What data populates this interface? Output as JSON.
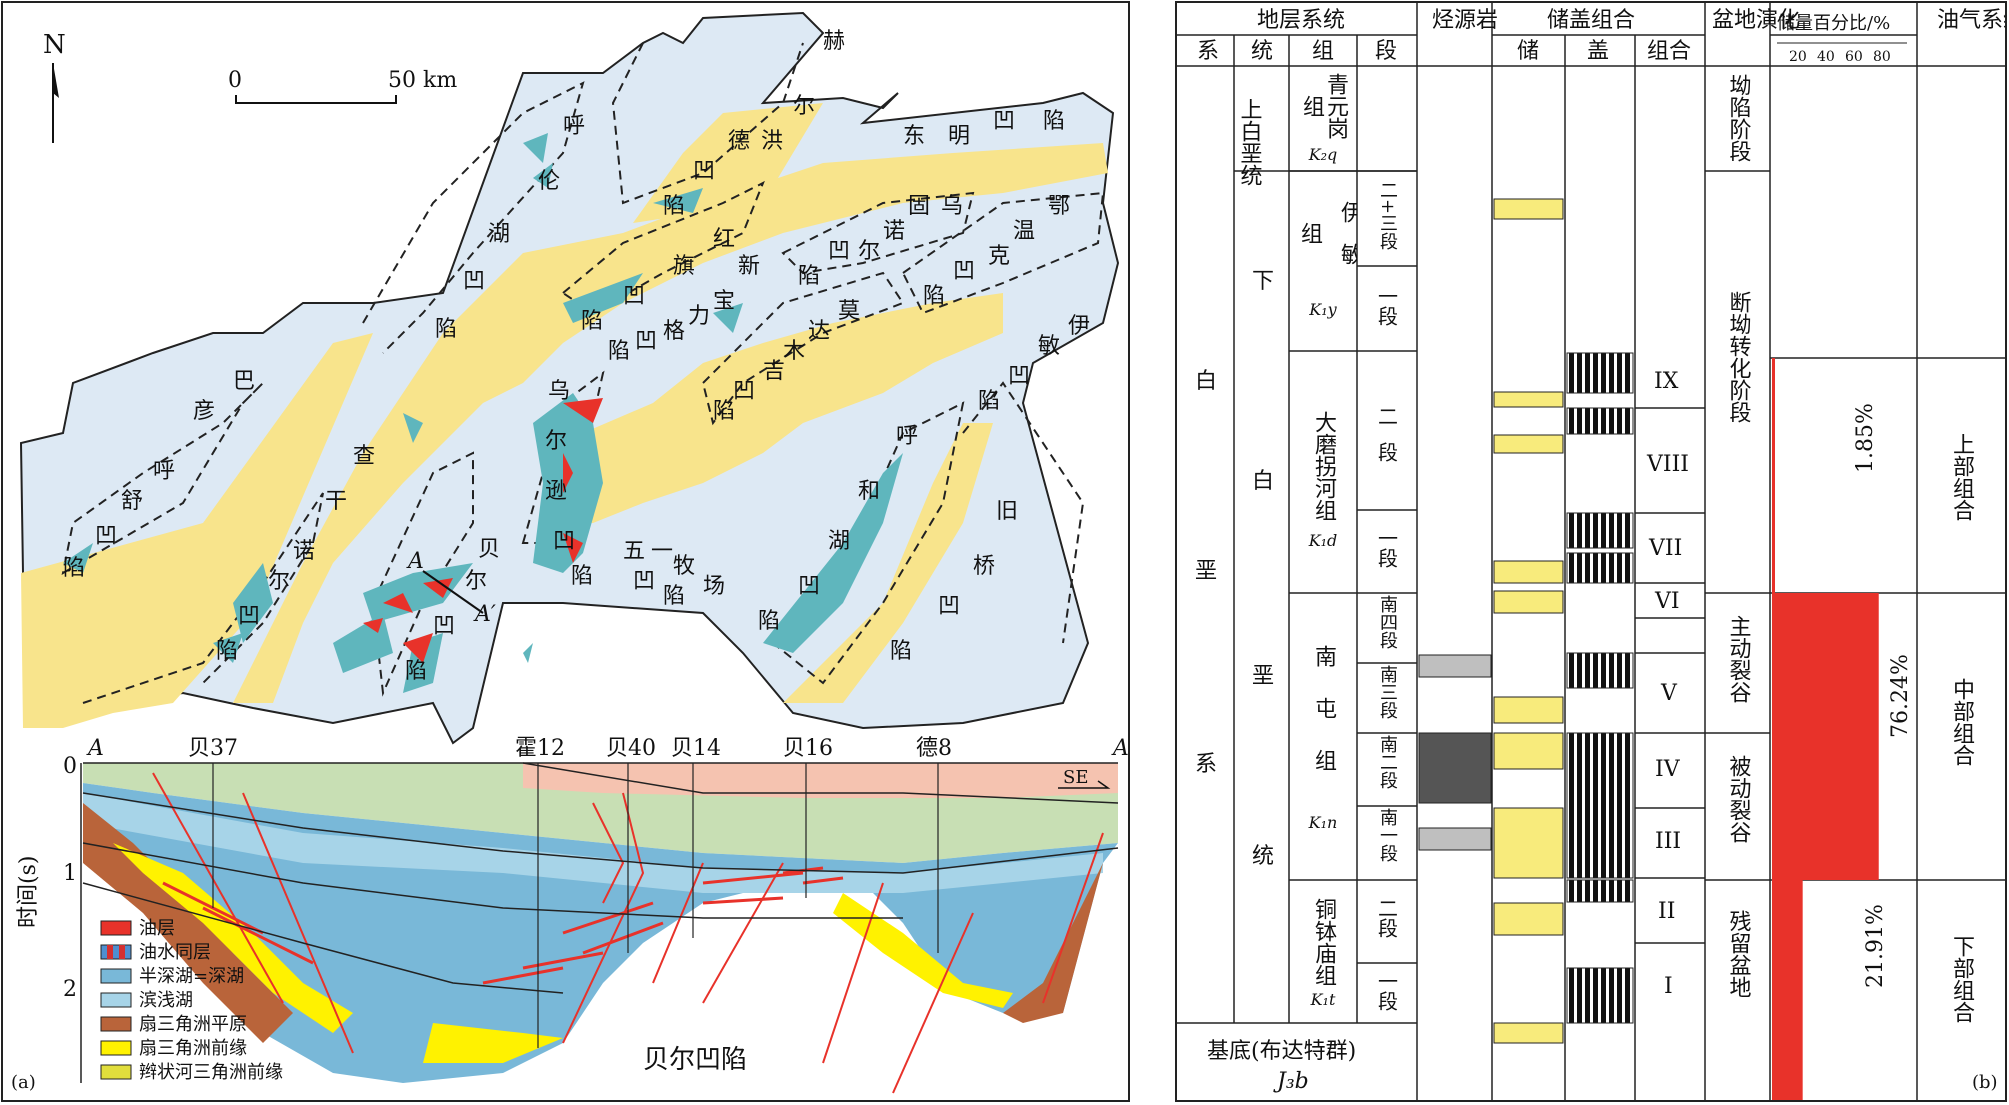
{
  "map": {
    "panel_label": "(a)",
    "north": "N",
    "scale": {
      "zero": "0",
      "max": "50 km"
    },
    "depressions": [
      {
        "name": "hulunhu",
        "chars": [
          "呼",
          "伦",
          "湖",
          "凹",
          "陷"
        ]
      },
      {
        "name": "hongqi",
        "chars": [
          "红",
          "旗",
          "凹",
          "陷"
        ]
      },
      {
        "name": "dedhonger",
        "chars": [
          "赫",
          "尔",
          "洪",
          "德",
          "凹",
          "陷"
        ]
      },
      {
        "name": "dongming",
        "chars": [
          "东",
          "明",
          "凹",
          "陷"
        ]
      },
      {
        "name": "wuguernuo",
        "chars": [
          "乌",
          "固",
          "诺",
          "尔",
          "凹",
          "陷"
        ]
      },
      {
        "name": "ewenke",
        "chars": [
          "鄂",
          "温",
          "克",
          "凹",
          "陷"
        ]
      },
      {
        "name": "xinbaolige",
        "chars": [
          "新",
          "宝",
          "力",
          "格",
          "凹",
          "陷"
        ]
      },
      {
        "name": "modamuji",
        "chars": [
          "莫",
          "达",
          "木",
          "吉",
          "凹",
          "陷"
        ]
      },
      {
        "name": "yimin",
        "chars": [
          "伊",
          "敏",
          "凹",
          "陷"
        ]
      },
      {
        "name": "huhehu",
        "chars": [
          "呼",
          "和",
          "湖",
          "凹",
          "陷"
        ]
      },
      {
        "name": "jiuqiao",
        "chars": [
          "旧",
          "桥",
          "凹",
          "陷"
        ]
      },
      {
        "name": "wuerxun",
        "chars": [
          "乌",
          "尔",
          "逊",
          "凹",
          "陷"
        ]
      },
      {
        "name": "beier",
        "chars": [
          "贝",
          "尔",
          "凹",
          "陷"
        ]
      },
      {
        "name": "wuyimuchang",
        "chars": [
          "五",
          "一",
          "牧",
          "场",
          "凹",
          "陷"
        ]
      },
      {
        "name": "chagan",
        "chars": [
          "查",
          "干",
          "诺",
          "尔",
          "凹",
          "陷"
        ]
      },
      {
        "name": "bayanhushu",
        "chars": [
          "巴",
          "彦",
          "呼",
          "舒",
          "凹",
          "陷"
        ]
      }
    ],
    "section_line": {
      "a": "A",
      "b": "A′"
    },
    "section": {
      "a": "A",
      "b": "A′",
      "wells": [
        "贝37",
        "霍12",
        "贝40",
        "贝14",
        "贝16",
        "德8"
      ],
      "direction": "SE",
      "y_axis_label": "时间(s)",
      "y_ticks": [
        "0",
        "1",
        "2"
      ],
      "basin_name": "贝尔凹陷",
      "legend": [
        {
          "label": "油层",
          "color": "#e8322a"
        },
        {
          "label": "油水同层",
          "color": "#d43030"
        },
        {
          "label": "半深湖=深湖",
          "color": "#79b8d8"
        },
        {
          "label": "滨浅湖",
          "color": "#a7d4e8"
        },
        {
          "label": "扇三角洲平原",
          "color": "#b9643a"
        },
        {
          "label": "扇三角洲前缘",
          "color": "#fff200"
        },
        {
          "label": "辫状河三角洲前缘",
          "color": "#e1de3c"
        }
      ]
    }
  },
  "table": {
    "panel_label": "(b)",
    "headers": {
      "strat": "地层系统",
      "xi": "系",
      "tong": "统",
      "zu": "组",
      "duan": "段",
      "source": "烃源岩",
      "combo": "储盖组合",
      "chu": "储",
      "gai": "盖",
      "zuhe": "组合",
      "evolution": "盆地演化",
      "reserve": "储量百分比/%",
      "reserve_ticks": [
        "20",
        "40",
        "60",
        "80"
      ],
      "system": "油气系统"
    },
    "xi": [
      "白",
      "垩",
      "系"
    ],
    "tong_upper": "上白垩统",
    "tong_lower": [
      "下",
      "白",
      "垩",
      "统"
    ],
    "formations": {
      "qingyuangang": {
        "name": "青元岗组",
        "code": "K₂q"
      },
      "yimin": {
        "name": "伊敏组",
        "code": "K₁y"
      },
      "damoguaihe": {
        "name": "大磨拐河组",
        "code": "K₁d"
      },
      "nantun": {
        "name": "南屯组",
        "code": "K₁n"
      },
      "tongbomiao": {
        "name": "铜钵庙组",
        "code": "K₁t"
      }
    },
    "members": {
      "yimin_23": "二+三段",
      "yimin_1": "一段",
      "dm_2": "二段",
      "dm_1": "一段",
      "nt_4": "南四段",
      "nt_3": "南三段",
      "nt_2": "南二段",
      "nt_1": "南一段",
      "tb_2": "二段",
      "tb_1": "一段"
    },
    "basement": {
      "name": "基底(布达特群)",
      "code": "J₃b"
    },
    "combos": [
      "IX",
      "VIII",
      "VII",
      "VI",
      "V",
      "IV",
      "III",
      "II",
      "I"
    ],
    "evolution": {
      "s1": "坳陷阶段",
      "s2": "断坳转化阶段",
      "s3": "主动裂谷",
      "s4": "被动裂谷",
      "s5": "残留盆地"
    },
    "reserves": [
      {
        "label": "1.85%",
        "value": 1.85
      },
      {
        "label": "76.24%",
        "value": 76.24
      },
      {
        "label": "21.91%",
        "value": 21.91
      }
    ],
    "systems": {
      "upper": "上部组合",
      "middle": "中部组合",
      "lower": "下部组合"
    }
  }
}
